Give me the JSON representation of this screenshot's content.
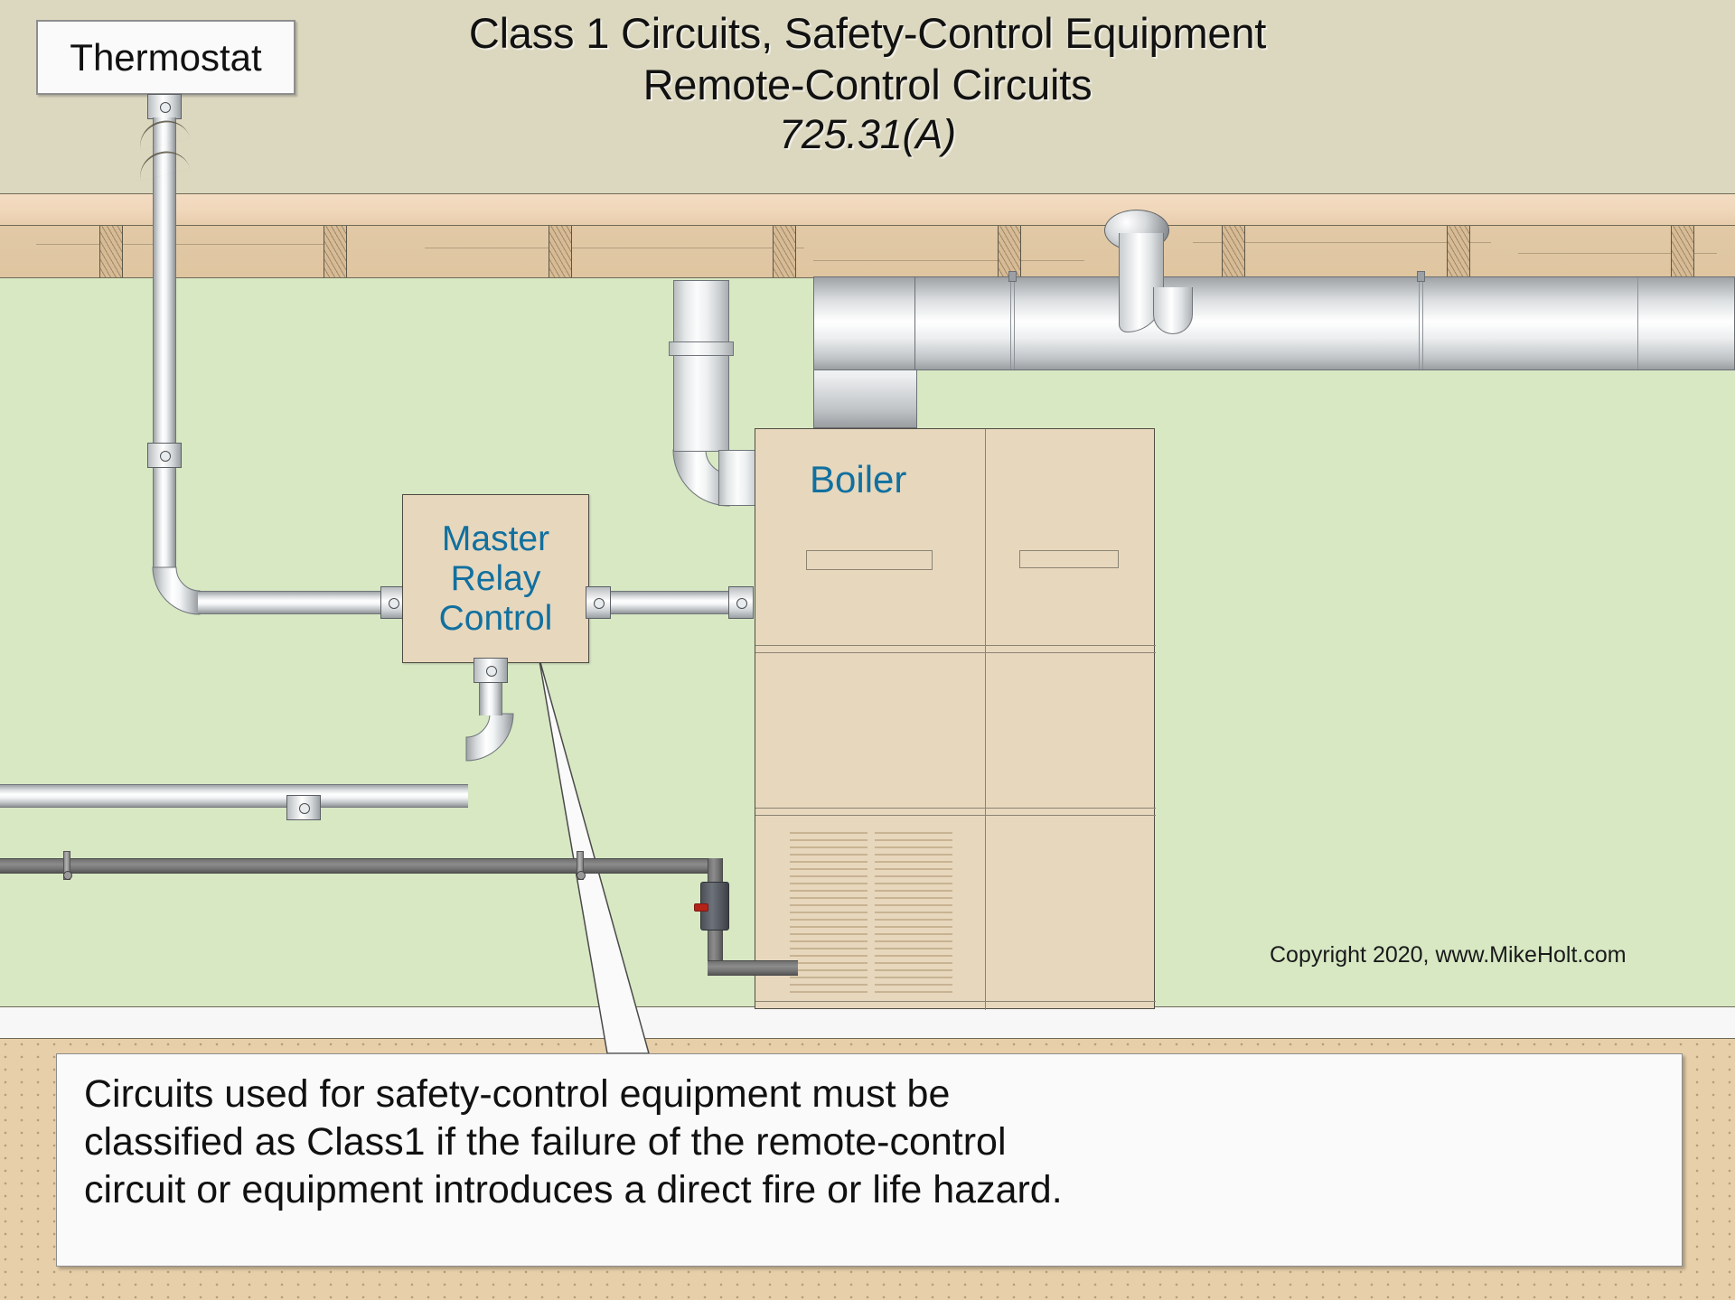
{
  "title": {
    "line1": "Class 1 Circuits, Safety-Control Equipment",
    "line2": "Remote-Control Circuits",
    "section": "725.31(A)"
  },
  "labels": {
    "thermostat": "Thermostat",
    "relay_line1": "Master",
    "relay_line2": "Relay",
    "relay_line3": "Control",
    "boiler": "Boiler"
  },
  "caption": {
    "line1": "Circuits used for safety-control equipment must be",
    "line2": "classified as Class1 if the failure of the remote-control",
    "line3": "circuit or equipment introduces a direct fire or life hazard."
  },
  "copyright": "Copyright 2020, www.MikeHolt.com",
  "colors": {
    "upper_wall": "#dcd8c0",
    "room": "#d7e8c3",
    "ground": "#e7cfa9",
    "equipment_tan": "#e7d7bd",
    "label_blue": "#11709f",
    "joist_light": "#f3dcc2",
    "joist_dark": "#e2c9a6",
    "gas_pipe": "#757575",
    "valve_handle": "#b42318"
  }
}
